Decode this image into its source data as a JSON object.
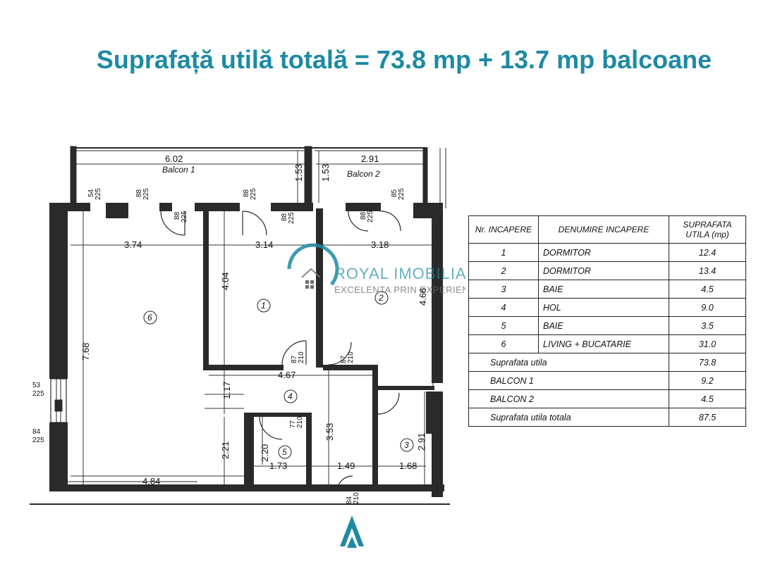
{
  "headline": "Suprafață utilă totală = 73.8 mp + 13.7 mp balcoane",
  "watermark": {
    "brand": "ROYAL IMOBILIARE",
    "tagline": "EXCELENTA PRIN EXPERIENTA"
  },
  "plan": {
    "balconies": [
      "Balcon 1",
      "Balcon 2"
    ],
    "room_numbers": [
      "1",
      "2",
      "3",
      "4",
      "5",
      "6"
    ],
    "dimensions": {
      "balcon1_width": "6.02",
      "balcon2_width": "2.91",
      "balcon1_depth": "1.53",
      "balcon2_depth": "1.53",
      "r6_width": "3.74",
      "r1_width": "3.14",
      "r2_width": "3.18",
      "r1_height": "4.04",
      "r2_height": "4.66",
      "r6_height": "7.68",
      "hall_width": "4.67",
      "hall_height": "1.17",
      "hall_depth": "3.53",
      "r6_bottom": "4.84",
      "r6_lower": "2.21",
      "r5_height": "2.20",
      "r5_width": "1.73",
      "hall_bottom": "1.49",
      "r3_width": "1.68",
      "r3_height": "2.91"
    },
    "openings": {
      "w1_top": "54",
      "w1_bot": "225",
      "w2_top": "88",
      "w2_bot": "225",
      "d1_top": "88",
      "d1_bot": "225",
      "w3_top": "88",
      "w3_bot": "225",
      "d2_top": "88",
      "d2_bot": "225",
      "d3_top": "88",
      "d3_bot": "225",
      "w4_top": "85",
      "w4_bot": "225",
      "d4_top": "87",
      "d4_bot": "210",
      "d5_top": "87",
      "d5_bot": "210",
      "d6_top": "77",
      "d6_bot": "210",
      "d7_top": "84",
      "d7_bot": "210",
      "lw1_top": "53",
      "lw1_bot": "225",
      "lw2_top": "84",
      "lw2_bot": "225"
    }
  },
  "table": {
    "headers": [
      "Nr. INCAPERE",
      "DENUMIRE INCAPERE",
      "SUPRAFATA UTILA (mp)"
    ],
    "rows": [
      {
        "nr": "1",
        "name": "DORMITOR",
        "area": "12.4"
      },
      {
        "nr": "2",
        "name": "DORMITOR",
        "area": "13.4"
      },
      {
        "nr": "3",
        "name": "BAIE",
        "area": "4.5"
      },
      {
        "nr": "4",
        "name": "HOL",
        "area": "9.0"
      },
      {
        "nr": "5",
        "name": "BAIE",
        "area": "3.5"
      },
      {
        "nr": "6",
        "name": "LIVING + BUCATARIE",
        "area": "31.0"
      }
    ],
    "summary": [
      {
        "label": "Suprafata utila",
        "area": "73.8"
      },
      {
        "label": "BALCON 1",
        "area": "9.2"
      },
      {
        "label": "BALCON 2",
        "area": "4.5"
      },
      {
        "label": "Suprafata utila totala",
        "area": "87.5"
      }
    ]
  },
  "colors": {
    "brand": "#1e8aa3",
    "wall": "#2a2a2a",
    "watermark_gray": "#777777"
  }
}
